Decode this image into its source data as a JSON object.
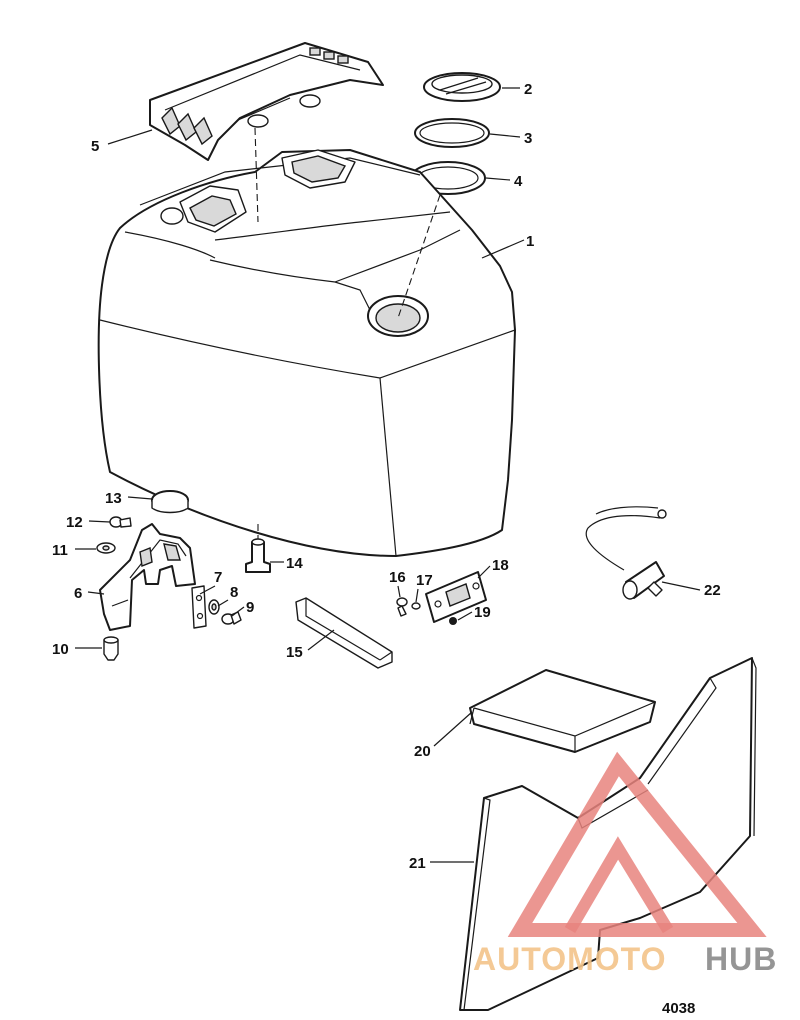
{
  "callouts": [
    {
      "id": "1",
      "label": "1"
    },
    {
      "id": "2",
      "label": "2"
    },
    {
      "id": "3",
      "label": "3"
    },
    {
      "id": "4",
      "label": "4"
    },
    {
      "id": "5",
      "label": "5"
    },
    {
      "id": "6",
      "label": "6"
    },
    {
      "id": "7",
      "label": "7"
    },
    {
      "id": "8",
      "label": "8"
    },
    {
      "id": "9",
      "label": "9"
    },
    {
      "id": "10",
      "label": "10"
    },
    {
      "id": "11",
      "label": "11"
    },
    {
      "id": "12",
      "label": "12"
    },
    {
      "id": "13",
      "label": "13"
    },
    {
      "id": "14",
      "label": "14"
    },
    {
      "id": "15",
      "label": "15"
    },
    {
      "id": "16",
      "label": "16"
    },
    {
      "id": "17",
      "label": "17"
    },
    {
      "id": "18",
      "label": "18"
    },
    {
      "id": "19",
      "label": "19"
    },
    {
      "id": "20",
      "label": "20"
    },
    {
      "id": "21",
      "label": "21"
    },
    {
      "id": "22",
      "label": "22"
    }
  ],
  "figure_number": "4038",
  "watermark": {
    "part1": "AUTOMOTO",
    "part2": "HUB",
    "color_primary": "#e8847e",
    "color_accent": "#f3c48a",
    "color_secondary": "#8a8a8a"
  }
}
